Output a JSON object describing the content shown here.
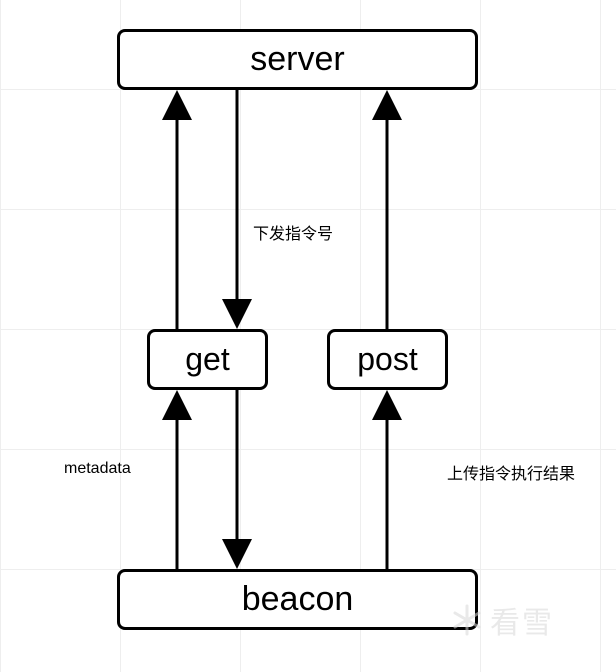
{
  "nodes": {
    "server": "server",
    "get": "get",
    "post": "post",
    "beacon": "beacon"
  },
  "edge_labels": {
    "server_to_get": "下发指令号",
    "beacon_to_get": "metadata",
    "beacon_to_post": "上传指令执行结果"
  },
  "watermark": {
    "text": "看雪",
    "icon": "snowflake-logo-icon"
  },
  "colors": {
    "stroke": "#000000",
    "background": "#ffffff",
    "grid": "#eeeeee"
  }
}
